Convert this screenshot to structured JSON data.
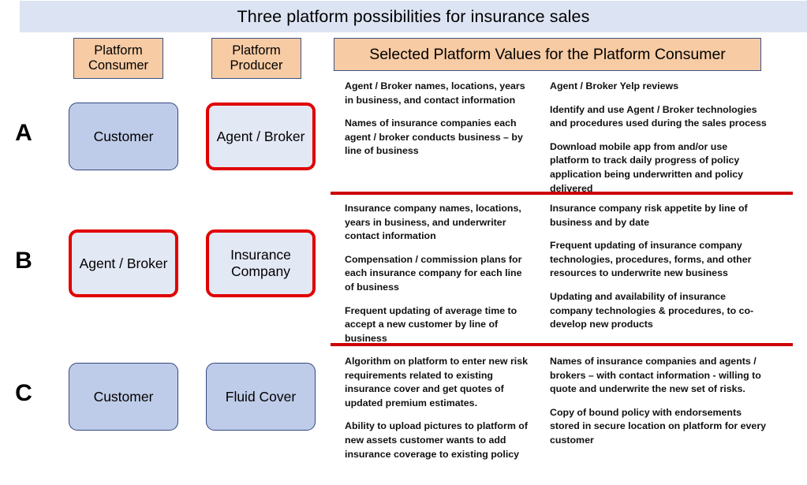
{
  "title": {
    "text": "Three platform possibilities for insurance sales"
  },
  "colors": {
    "title_bar_bg": "#dce3f2",
    "header_chip_bg": "#f7cba4",
    "header_chip_border": "#3b5387",
    "entity_blue_bg": "#bfcce9",
    "entity_blue_border": "#33477d",
    "entity_highlight_border": "#e00000",
    "entity_highlight_bg": "#e3e8f5",
    "divider_red": "#cc0000"
  },
  "column_headers": {
    "platform_consumer": "Platform Consumer",
    "platform_producer": "Platform Producer",
    "selected_values": "Selected Platform Values for the Platform Consumer"
  },
  "rows": [
    {
      "letter": "A",
      "consumer": "Customer",
      "consumer_style": "blue",
      "producer": "Agent / Broker",
      "producer_style": "redline",
      "values_left": [
        "Agent / Broker names, locations, years in business, and contact information",
        "Names of insurance companies each agent / broker conducts business – by line of business"
      ],
      "values_right": [
        "Agent / Broker Yelp reviews",
        "Identify and use Agent / Broker technologies and procedures used during the sales process",
        "Download mobile app from and/or use platform to track daily progress of policy application being underwritten and policy delivered"
      ]
    },
    {
      "letter": "B",
      "consumer": "Agent / Broker",
      "consumer_style": "redline",
      "producer": "Insurance Company",
      "producer_style": "redline",
      "values_left": [
        "Insurance company names, locations, years in business, and underwriter contact information",
        "Compensation / commission plans for each insurance company for each line of business",
        "Frequent updating of average time to accept a new customer by line of business"
      ],
      "values_right": [
        "Insurance company risk appetite by line of business and by date",
        "Frequent updating of insurance company technologies, procedures, forms, and other resources to underwrite new business",
        "Updating and availability of insurance company technologies & procedures, to co-develop new products"
      ]
    },
    {
      "letter": "C",
      "consumer": "Customer",
      "consumer_style": "blue",
      "producer": "Fluid Cover",
      "producer_style": "blue",
      "values_left": [
        "Algorithm on platform to enter new risk requirements related to existing insurance cover and get quotes of updated premium estimates.",
        "Ability to upload pictures to platform of new assets customer wants to add insurance coverage to existing policy"
      ],
      "values_right": [
        "Names of insurance companies and agents / brokers – with contact information - willing to quote and underwrite the new set of risks.",
        "Copy of bound policy with endorsements stored in secure location on platform for every customer"
      ]
    }
  ]
}
